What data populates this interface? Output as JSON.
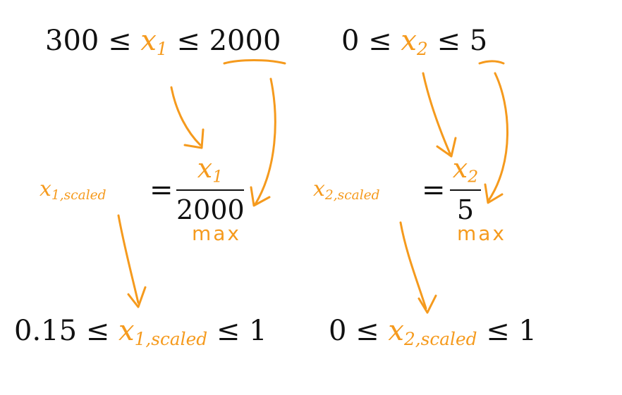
{
  "colors": {
    "text": "#111111",
    "variable": "#f59a1d",
    "background": "#ffffff"
  },
  "top_left": {
    "lower": "300",
    "le1": "≤",
    "var": "x",
    "sub": "1",
    "le2": "≤",
    "upper": "2000"
  },
  "top_right": {
    "lower": "0",
    "le1": "≤",
    "var": "x",
    "sub": "2",
    "le2": "≤",
    "upper": "5"
  },
  "middle_left": {
    "var": "x",
    "sub": "1,scaled",
    "equals": "=",
    "numerator_var": "x",
    "numerator_sub": "1",
    "denominator": "2000",
    "note": "max"
  },
  "middle_right": {
    "var": "x",
    "sub": "2,scaled",
    "equals": "=",
    "numerator_var": "x",
    "numerator_sub": "2",
    "denominator": "5",
    "note": "max"
  },
  "bottom_left": {
    "lower": "0.15",
    "le1": "≤",
    "var": "x",
    "sub": "1,scaled",
    "le2": "≤",
    "upper": "1"
  },
  "bottom_right": {
    "lower": "0",
    "le1": "≤",
    "var": "x",
    "sub": "2,scaled",
    "le2": "≤",
    "upper": "1"
  }
}
